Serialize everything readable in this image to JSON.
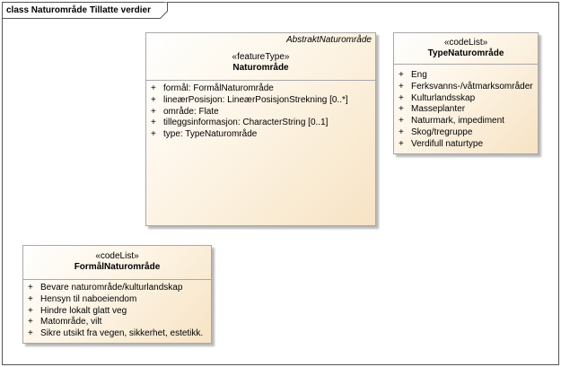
{
  "diagram": {
    "title": "class Naturområde Tillatte verdier"
  },
  "classes": {
    "naturomrade": {
      "parent_label": "AbstraktNaturområde",
      "stereotype": "«featureType»",
      "name": "Naturområde",
      "attributes": [
        "formål: FormålNaturområde",
        "lineærPosisjon: LineærPosisjonStrekning [0..*]",
        "område: Flate",
        "tilleggsinformasjon: CharacterString [0..1]",
        "type: TypeNaturområde"
      ]
    },
    "typenaturomrade": {
      "stereotype": "«codeList»",
      "name": "TypeNaturområde",
      "attributes": [
        "Eng",
        "Ferksvanns-/våtmarksområder",
        "Kulturlandsskap",
        "Masseplanter",
        "Naturmark, impediment",
        "Skog/tregruppe",
        "Verdifull naturtype"
      ]
    },
    "formalnaturomrade": {
      "stereotype": "«codeList»",
      "name": "FormålNaturområde",
      "attributes": [
        "Bevare naturområde/kulturlandskap",
        "Hensyn til naboeiendom",
        "Hindre lokalt glatt veg",
        "Matområde, vilt",
        "Sikre utsikt fra vegen, sikkerhet, estetikk."
      ]
    }
  },
  "visibility_marker": "+"
}
